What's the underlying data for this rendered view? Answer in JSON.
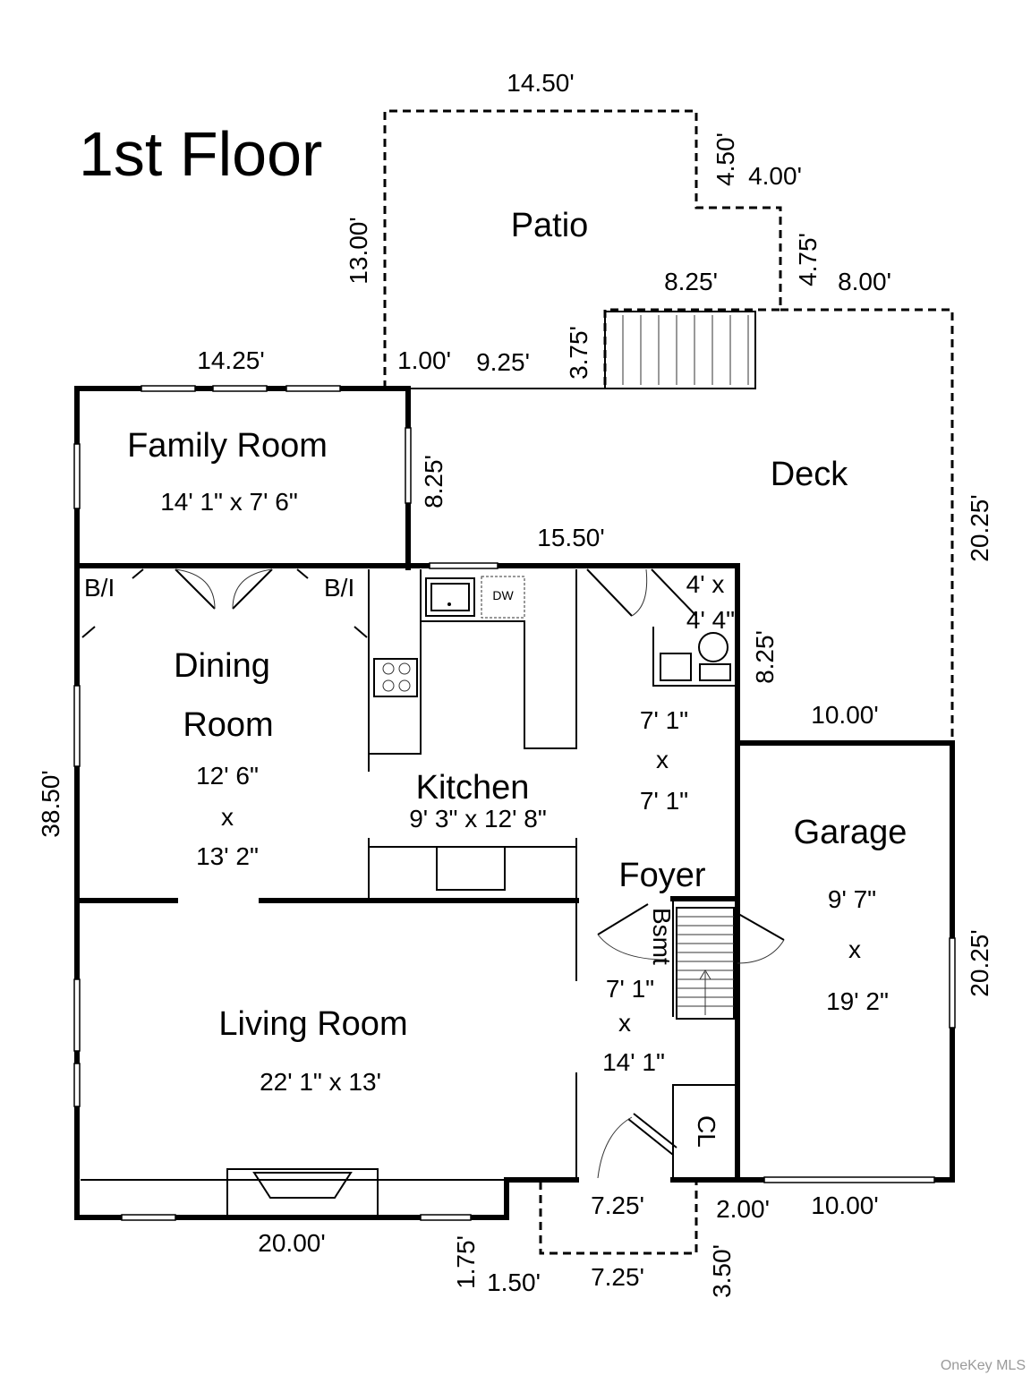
{
  "title": "1st Floor",
  "rooms": {
    "patio": "Patio",
    "deck": "Deck",
    "family_room": {
      "name": "Family Room",
      "size": "14' 1\" x 7' 6\""
    },
    "dining_room": {
      "name_line1": "Dining",
      "name_line2": "Room",
      "size_line1": "12' 6\"",
      "size_x": "x",
      "size_line2": "13' 2\""
    },
    "kitchen": {
      "name": "Kitchen",
      "size": "9' 3\" x 12' 8\""
    },
    "hall": {
      "size_line1": "7' 1\"",
      "size_x": "x",
      "size_line2": "7' 1\""
    },
    "powder": {
      "size_line1": "4' x",
      "size_line2": "4' 4\""
    },
    "foyer": {
      "name": "Foyer",
      "size_line1": "7' 1\"",
      "size_x": "x",
      "size_line2": "14' 1\""
    },
    "garage": {
      "name": "Garage",
      "size_line1": "9' 7\"",
      "size_x": "x",
      "size_line2": "19' 2\""
    },
    "living_room": {
      "name": "Living Room",
      "size": "22' 1\" x 13'"
    }
  },
  "labels": {
    "builtin_left": "B/I",
    "builtin_right": "B/I",
    "dishwasher": "DW",
    "basement": "Bsmt",
    "closet": "CL"
  },
  "dimensions": {
    "patio_top": "14.50'",
    "patio_step_vertical": "4.50'",
    "patio_step_horizontal": "4.00'",
    "patio_left": "13.00'",
    "patio_right_vertical": "4.75'",
    "patio_bottom_right": "8.25'",
    "deck_top_right": "8.00'",
    "patio_bottom_1": "1.00'",
    "patio_bottom_2": "9.25'",
    "patio_step_down": "3.75'",
    "family_top": "14.25'",
    "family_right": "8.25'",
    "deck_right": "20.25'",
    "kitchen_top": "15.50'",
    "powder_right": "8.25'",
    "deck_bottom": "10.00'",
    "house_left": "38.50'",
    "garage_right": "20.25'",
    "house_bottom": "20.00'",
    "bump_vertical": "1.75'",
    "bump_horizontal": "1.50'",
    "porch_top": "7.25'",
    "porch_bottom": "7.25'",
    "porch_right": "3.50'",
    "garage_offset": "2.00'",
    "garage_bottom": "10.00'"
  },
  "watermark": "OneKey MLS"
}
